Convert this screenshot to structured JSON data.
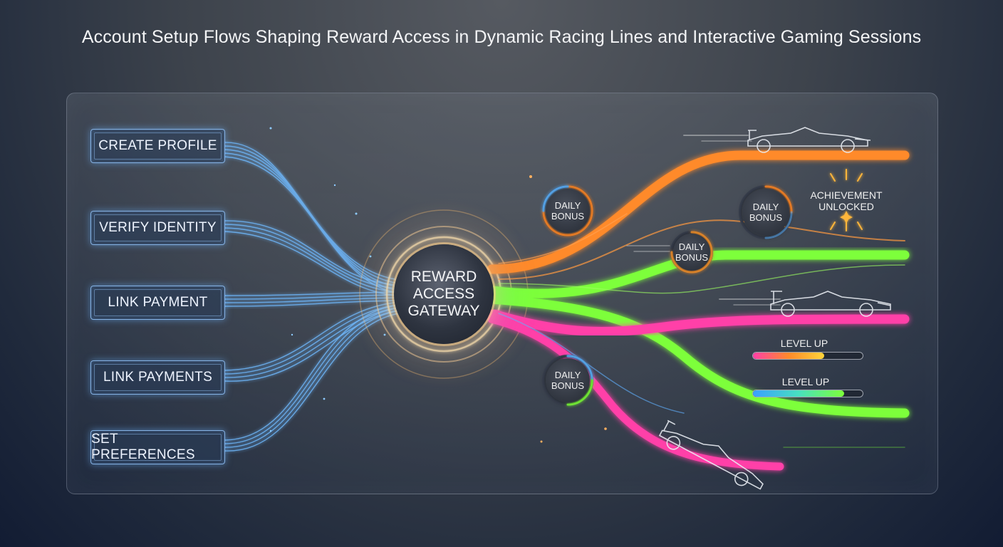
{
  "title": "Account Setup Flows Shaping Reward Access in Dynamic Racing Lines and Interactive Gaming Sessions",
  "steps": [
    {
      "label": "CREATE PROFILE"
    },
    {
      "label": "VERIFY IDENTITY"
    },
    {
      "label": "LINK PAYMENT"
    },
    {
      "label": "LINK PAYMENTS"
    },
    {
      "label": "SET PREFERENCES"
    }
  ],
  "hub": {
    "line1": "REWARD",
    "line2": "ACCESS",
    "line3": "GATEWAY"
  },
  "badges": [
    {
      "line1": "DAILY",
      "line2": "BONUS"
    },
    {
      "line1": "DAILY",
      "line2": "BONUS"
    },
    {
      "line1": "DAILY",
      "line2": "BONUS"
    },
    {
      "line1": "DAILY",
      "line2": "BONUS"
    }
  ],
  "achievement": {
    "line1": "ACHIEVEMENT",
    "line2": "UNLOCKED"
  },
  "level_ups": [
    {
      "label": "LEVEL UP",
      "progress": 0.65
    },
    {
      "label": "LEVEL UP",
      "progress": 0.83
    }
  ],
  "colors": {
    "input_flow": "#5fb4ff",
    "orange_line": "#ff8a2a",
    "green_line": "#7dff3a",
    "pink_line": "#ff3fa8",
    "hub_glow": "#ffd08a"
  },
  "icons": [
    "race-car-icon",
    "race-car-icon",
    "race-car-icon",
    "sparkle-icon"
  ]
}
